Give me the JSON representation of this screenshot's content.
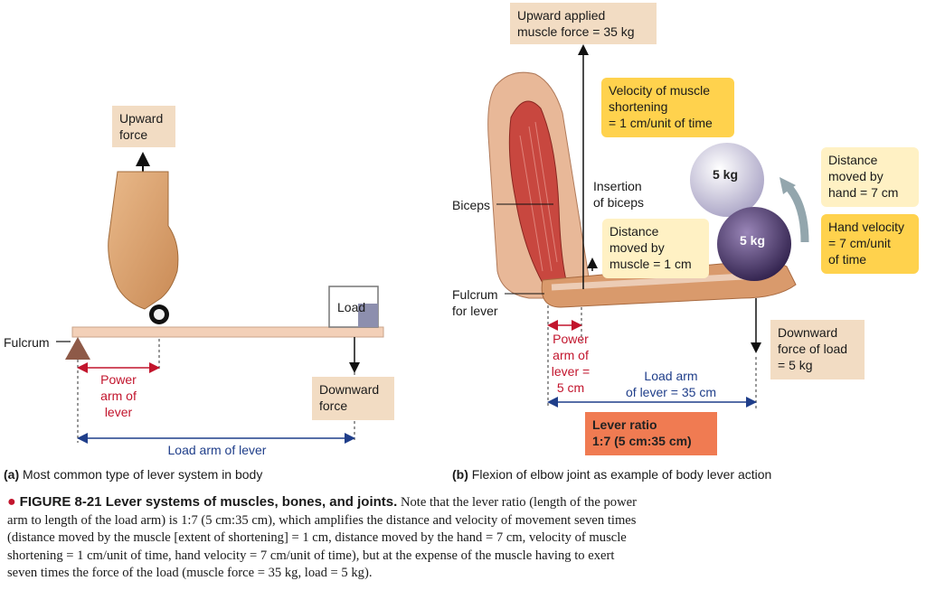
{
  "panel_a": {
    "upward_force": "Upward\nforce",
    "fulcrum": "Fulcrum",
    "load": "Load",
    "power_arm": "Power\narm of\nlever",
    "downward_force": "Downward\nforce",
    "load_arm": "Load arm of lever",
    "caption_letter": "(a)",
    "caption_text": "Most common type of lever system in body"
  },
  "panel_b": {
    "upward_applied": "Upward applied\nmuscle force = 35 kg",
    "velocity_shortening": "Velocity of muscle\nshortening\n= 1 cm/unit of time",
    "biceps": "Biceps",
    "insertion": "Insertion\nof biceps",
    "distance_muscle": "Distance\nmoved by\nmuscle = 1 cm",
    "weight_top": "5 kg",
    "weight_bottom": "5 kg",
    "distance_hand": "Distance\nmoved by\nhand = 7 cm",
    "hand_velocity": "Hand velocity\n= 7 cm/unit\nof time",
    "fulcrum": "Fulcrum\nfor lever",
    "power_arm": "Power\narm of\nlever =\n5 cm",
    "load_arm": "Load arm\nof lever = 35 cm",
    "downward_load": "Downward\nforce of load\n= 5 kg",
    "lever_ratio": "Lever ratio\n1:7 (5 cm:35 cm)",
    "caption_letter": "(b)",
    "caption_text": "Flexion of elbow joint as example of body lever action"
  },
  "figure": {
    "title": "FIGURE 8-21 Lever systems of muscles, bones, and joints.",
    "text": "Note that the lever ratio (length of the power arm to length of the load arm) is 1:7 (5 cm:35 cm), which amplifies the distance and velocity of movement seven times (distance moved by the muscle [extent of shortening] = 1 cm, distance moved by the hand = 7 cm, velocity of muscle shortening = 1 cm/unit of time, hand velocity = 7 cm/unit of time), but at the expense of the muscle having to exert seven times the force of the load (muscle force = 35 kg, load = 5 kg)."
  },
  "colors": {
    "tan_box": "#f2dcc3",
    "yellow_box": "#ffd24d",
    "cream_box": "#fff1c4",
    "ratio_box": "#f07b52",
    "power_red": "#c2152d",
    "load_blue": "#1f3e8a"
  }
}
